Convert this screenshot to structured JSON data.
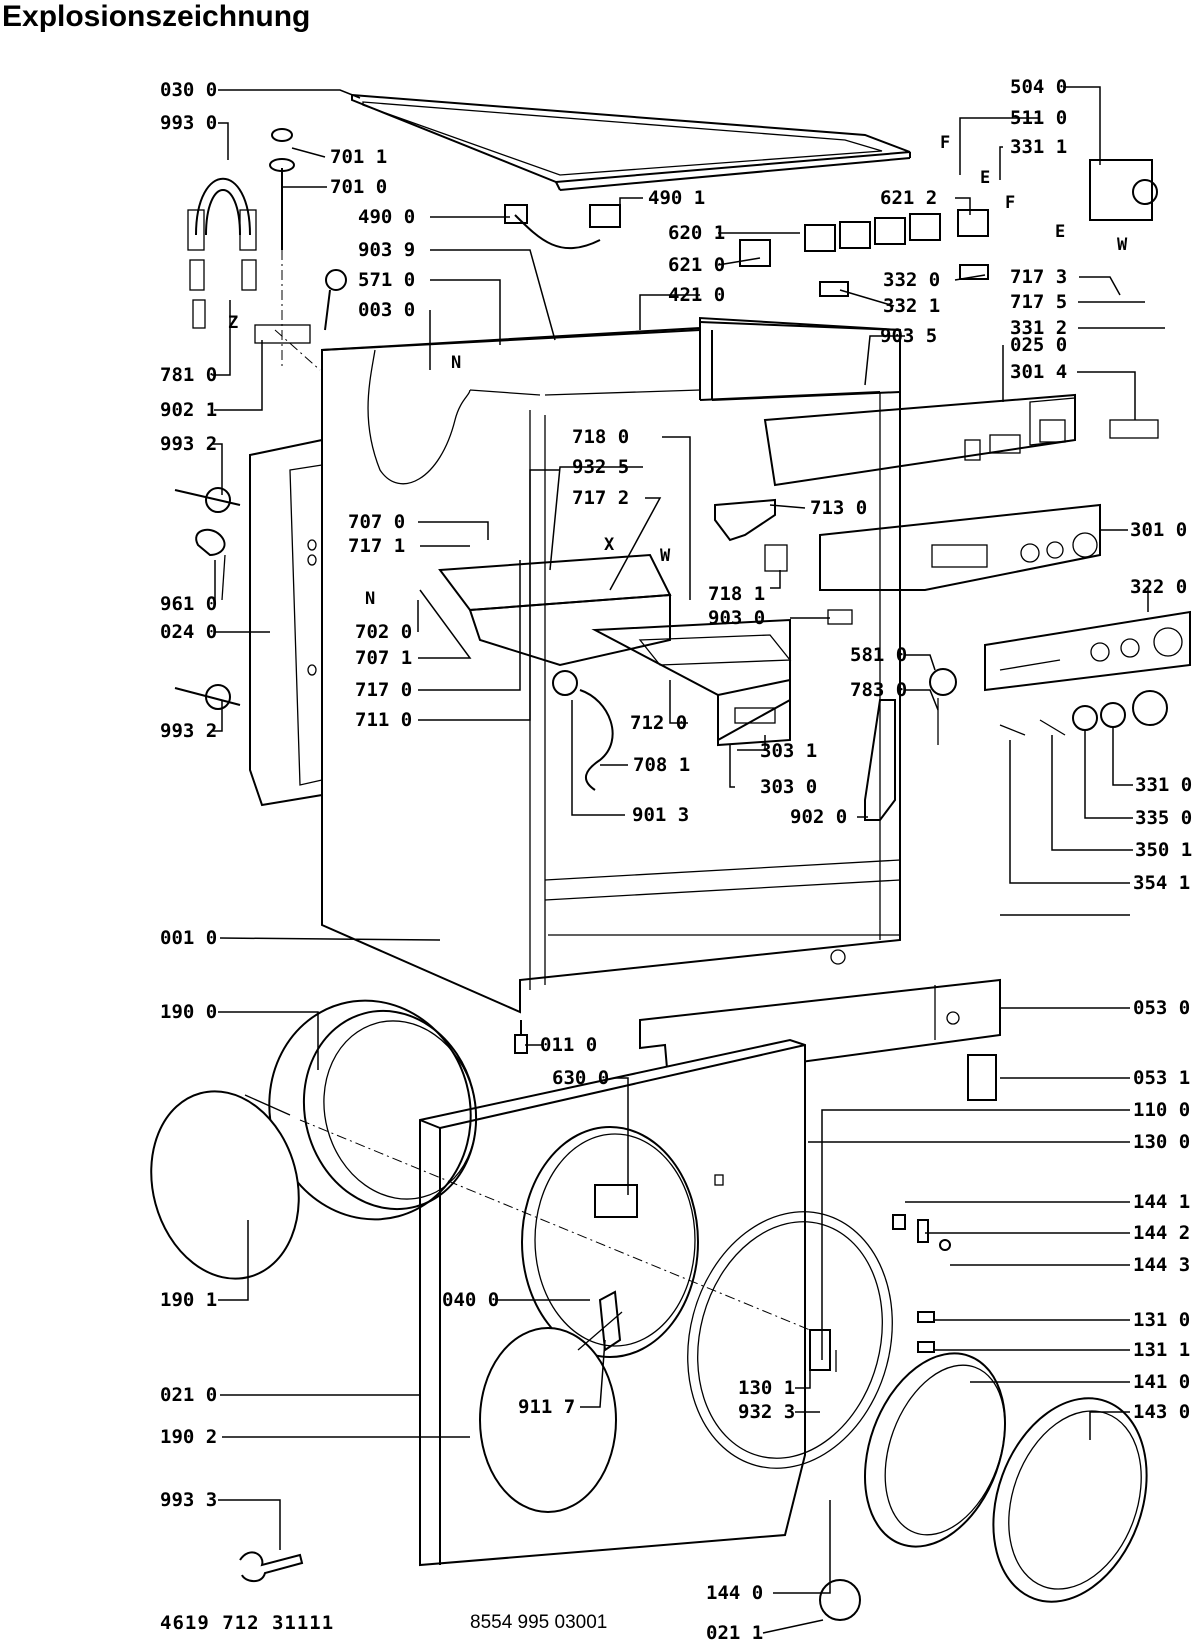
{
  "title": "Explosionszeichnung",
  "footer": {
    "left_code": "4619 712 31111",
    "right_code": "8554 995 03001"
  },
  "labels": [
    {
      "text": "030 0",
      "side": "left"
    },
    {
      "text": "993 0",
      "side": "left"
    },
    {
      "text": "701 1",
      "side": "mid"
    },
    {
      "text": "701 0",
      "side": "mid"
    },
    {
      "text": "490 0",
      "side": "mid"
    },
    {
      "text": "903 9",
      "side": "mid"
    },
    {
      "text": "571 0",
      "side": "mid"
    },
    {
      "text": "003 0",
      "side": "mid"
    },
    {
      "text": "781 0",
      "side": "left"
    },
    {
      "text": "902 1",
      "side": "left"
    },
    {
      "text": "993 2",
      "side": "left"
    },
    {
      "text": "707 0",
      "side": "mid"
    },
    {
      "text": "717 1",
      "side": "mid"
    },
    {
      "text": "961 0",
      "side": "left"
    },
    {
      "text": "024 0",
      "side": "left"
    },
    {
      "text": "702 0",
      "side": "mid"
    },
    {
      "text": "707 1",
      "side": "mid"
    },
    {
      "text": "717 0",
      "side": "mid"
    },
    {
      "text": "711 0",
      "side": "mid"
    },
    {
      "text": "993 2",
      "side": "left"
    },
    {
      "text": "001 0",
      "side": "left"
    },
    {
      "text": "190 0",
      "side": "left"
    },
    {
      "text": "190 1",
      "side": "left"
    },
    {
      "text": "021 0",
      "side": "left"
    },
    {
      "text": "190 2",
      "side": "left"
    },
    {
      "text": "993 3",
      "side": "left"
    },
    {
      "text": "040 0",
      "side": "mid"
    },
    {
      "text": "911 7",
      "side": "mid"
    },
    {
      "text": "490 1",
      "side": "mid"
    },
    {
      "text": "620 1",
      "side": "mid"
    },
    {
      "text": "621 0",
      "side": "mid"
    },
    {
      "text": "421 0",
      "side": "mid"
    },
    {
      "text": "621 2",
      "side": "mid"
    },
    {
      "text": "332 0",
      "side": "mid"
    },
    {
      "text": "332 1",
      "side": "mid"
    },
    {
      "text": "903 5",
      "side": "mid"
    },
    {
      "text": "718 0",
      "side": "mid"
    },
    {
      "text": "932 5",
      "side": "mid"
    },
    {
      "text": "717 2",
      "side": "mid"
    },
    {
      "text": "713 0",
      "side": "mid"
    },
    {
      "text": "718 1",
      "side": "mid"
    },
    {
      "text": "903 0",
      "side": "mid"
    },
    {
      "text": "581 0",
      "side": "mid"
    },
    {
      "text": "783 0",
      "side": "mid"
    },
    {
      "text": "712 0",
      "side": "mid"
    },
    {
      "text": "708 1",
      "side": "mid"
    },
    {
      "text": "303 1",
      "side": "mid"
    },
    {
      "text": "303 0",
      "side": "mid"
    },
    {
      "text": "901 3",
      "side": "mid"
    },
    {
      "text": "902 0",
      "side": "mid"
    },
    {
      "text": "011 0",
      "side": "mid"
    },
    {
      "text": "630 0",
      "side": "mid"
    },
    {
      "text": "130 1",
      "side": "mid"
    },
    {
      "text": "932 3",
      "side": "mid"
    },
    {
      "text": "144 0",
      "side": "mid"
    },
    {
      "text": "021 1",
      "side": "mid"
    },
    {
      "text": "504 0",
      "side": "right"
    },
    {
      "text": "511 0",
      "side": "right"
    },
    {
      "text": "331 1",
      "side": "right"
    },
    {
      "text": "717 3",
      "side": "right"
    },
    {
      "text": "717 5",
      "side": "right"
    },
    {
      "text": "331 2",
      "side": "right"
    },
    {
      "text": "025 0",
      "side": "right"
    },
    {
      "text": "301 4",
      "side": "right"
    },
    {
      "text": "301 0",
      "side": "right"
    },
    {
      "text": "322 0",
      "side": "right"
    },
    {
      "text": "331 0",
      "side": "right"
    },
    {
      "text": "335 0",
      "side": "right"
    },
    {
      "text": "350 1",
      "side": "right"
    },
    {
      "text": "354 1",
      "side": "right"
    },
    {
      "text": "053 0",
      "side": "right"
    },
    {
      "text": "053 1",
      "side": "right"
    },
    {
      "text": "110 0",
      "side": "right"
    },
    {
      "text": "130 0",
      "side": "right"
    },
    {
      "text": "144 1",
      "side": "right"
    },
    {
      "text": "144 2",
      "side": "right"
    },
    {
      "text": "144 3",
      "side": "right"
    },
    {
      "text": "131 0",
      "side": "right"
    },
    {
      "text": "131 1",
      "side": "right"
    },
    {
      "text": "141 0",
      "side": "right"
    },
    {
      "text": "143 0",
      "side": "right"
    }
  ],
  "letters": [
    "F",
    "E",
    "F",
    "E",
    "W",
    "N",
    "Z",
    "X",
    "W",
    "N"
  ]
}
